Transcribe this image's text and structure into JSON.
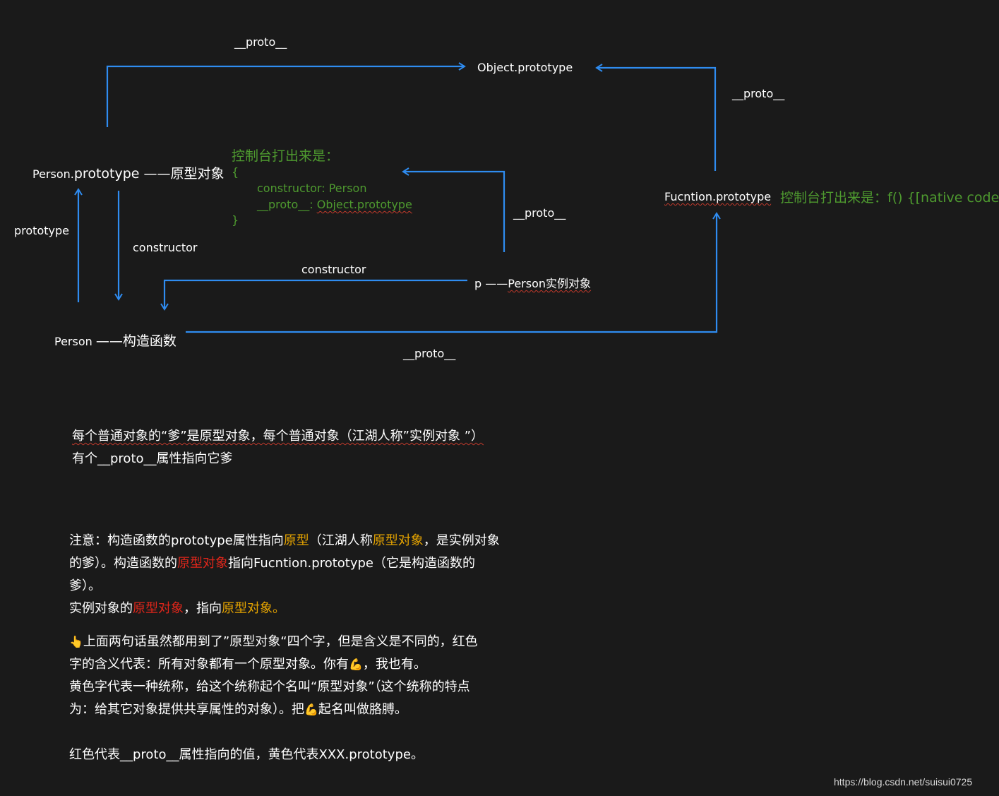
{
  "diagram": {
    "nodes": {
      "object_prototype": "Object.prototype",
      "person_prototype_a": "Person.",
      "person_prototype_b": "prototype",
      "person_prototype_c": " ——原型对象",
      "function_prototype": "Fucntion.prototype",
      "person_a": "Person ",
      "person_b": "——构造函数",
      "p_a": "p  ——",
      "p_b": "Person实例对象"
    },
    "edge_labels": {
      "proto_top": "__proto__",
      "proto_right": "__proto__",
      "proto_middle": "__proto__",
      "proto_bottom": "__proto__",
      "prototype": "prototype",
      "constructor_left": "constructor",
      "constructor_middle": "constructor"
    },
    "console_person": {
      "title": "控制台打出来是：",
      "open": "{",
      "line1": "constructor: Person",
      "line2_key": "__proto__",
      "line2_sep": ": ",
      "line2_val": "Object.prototype",
      "close": "}"
    },
    "console_function": "控制台打出来是：f() {[native code]}"
  },
  "notes": {
    "p1_a": "每个普通对象的“爹”是原型对象，每个普通对象（江湖人称”实例对象 ”）",
    "p1_b": "有个__proto__属性指向它爹",
    "p2_a": "注意：构造函数的prototype属性指向",
    "p2_b": "原型",
    "p2_c": "（江湖人称",
    "p2_d": "原型对象",
    "p2_e": "，是实例对象",
    "p2_f": "的爹）。构造函数的",
    "p2_g": "原型对象",
    "p2_h": "指向Fucntion.prototype（它是构造函数的",
    "p2_i": "爹）。",
    "p3_a": "实例对象的",
    "p3_b": "原型对象",
    "p3_c": "，指向",
    "p3_d": "原型对象。",
    "p4_emoji": "👆",
    "p4_a": "上面两句话虽然都用到了”原型对象“四个字，但是含义是不同的，红色",
    "p4_b": "字的含义代表：所有对象都有一个原型对象。你有",
    "p4_emoji2": "💪",
    "p4_c": "，我也有。",
    "p4_d": "黄色字代表一种统称，给这个统称起个名叫“原型对象”（这个统称的特点",
    "p4_e": "为：给其它对象提供共享属性的对象）。把",
    "p4_emoji3": "💪",
    "p4_f": "起名叫做胳膊。",
    "p5": "红色代表__proto__属性指向的值，黄色代表XXX.prototype。"
  },
  "watermark": "https://blog.csdn.net/suisui0725",
  "colors": {
    "arrow": "#2f8cf0",
    "green": "#4e9a2f",
    "red": "#e0261a",
    "yellow": "#e6a400",
    "background": "#1a1a1a"
  }
}
